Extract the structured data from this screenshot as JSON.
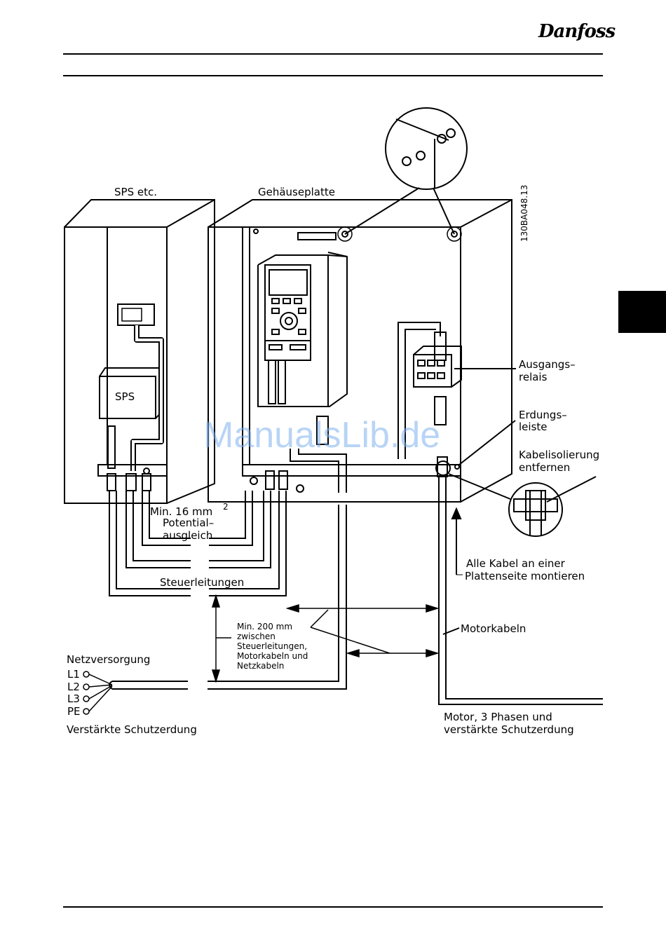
{
  "brand": "Danfoss",
  "figure_id": "130BA048.13",
  "watermark": "ManualsLib.de",
  "labels": {
    "sps_etc": "SPS etc.",
    "gehaeuseplatte": "Gehäuseplatte",
    "sps": "SPS",
    "ausgangsrelais_1": "Ausgangs–",
    "ausgangsrelais_2": "relais",
    "erdungsleiste_1": "Erdungs–",
    "erdungsleiste_2": "leiste",
    "kabelisolierung_1": "Kabelisolierung",
    "kabelisolierung_2": "entfernen",
    "min16": "Min. 16 mm",
    "min16_sup": "2",
    "potential_1": "Potential–",
    "potential_2": "ausgleich",
    "steuerleitungen": "Steuerleitungen",
    "alle_kabel_1": "Alle Kabel an einer",
    "alle_kabel_2": "Plattenseite montieren",
    "min200_1": "Min. 200 mm",
    "min200_2": "zwischen",
    "min200_3": "Steuerleitungen,",
    "min200_4": "Motorkabeln und",
    "min200_5": "Netzkabeln",
    "motorkabeln": "Motorkabeln",
    "netzversorgung": "Netzversorgung",
    "l1": "L1",
    "l2": "L2",
    "l3": "L3",
    "pe": "PE",
    "verstaerkte": "Verstärkte Schutzerdung",
    "motor_1": "Motor, 3 Phasen und",
    "motor_2": "verstärkte Schutzerdung"
  }
}
